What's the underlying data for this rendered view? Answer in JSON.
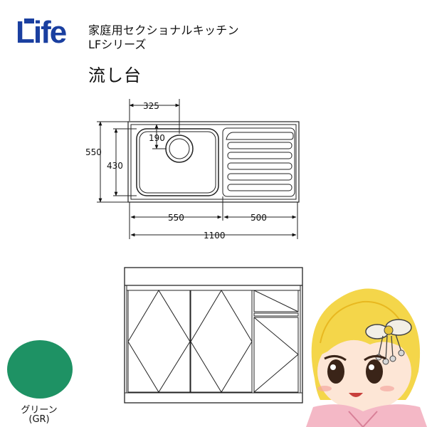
{
  "brand": {
    "logo_text": "Life",
    "logo_color": "#1a3fa0"
  },
  "header": {
    "title_line1": "家庭用セクショナルキッチン",
    "title_line2": "LFシリーズ",
    "product_name": "流し台"
  },
  "dimensions": {
    "bowl_width": "325",
    "drain_offset": "190",
    "depth_total": "550",
    "depth_bowl": "430",
    "sink_section": "550",
    "drainboard_section": "500",
    "total_width": "1100"
  },
  "color_option": {
    "name": "グリーン",
    "code": "(GR)",
    "swatch_color": "#1e9264"
  }
}
